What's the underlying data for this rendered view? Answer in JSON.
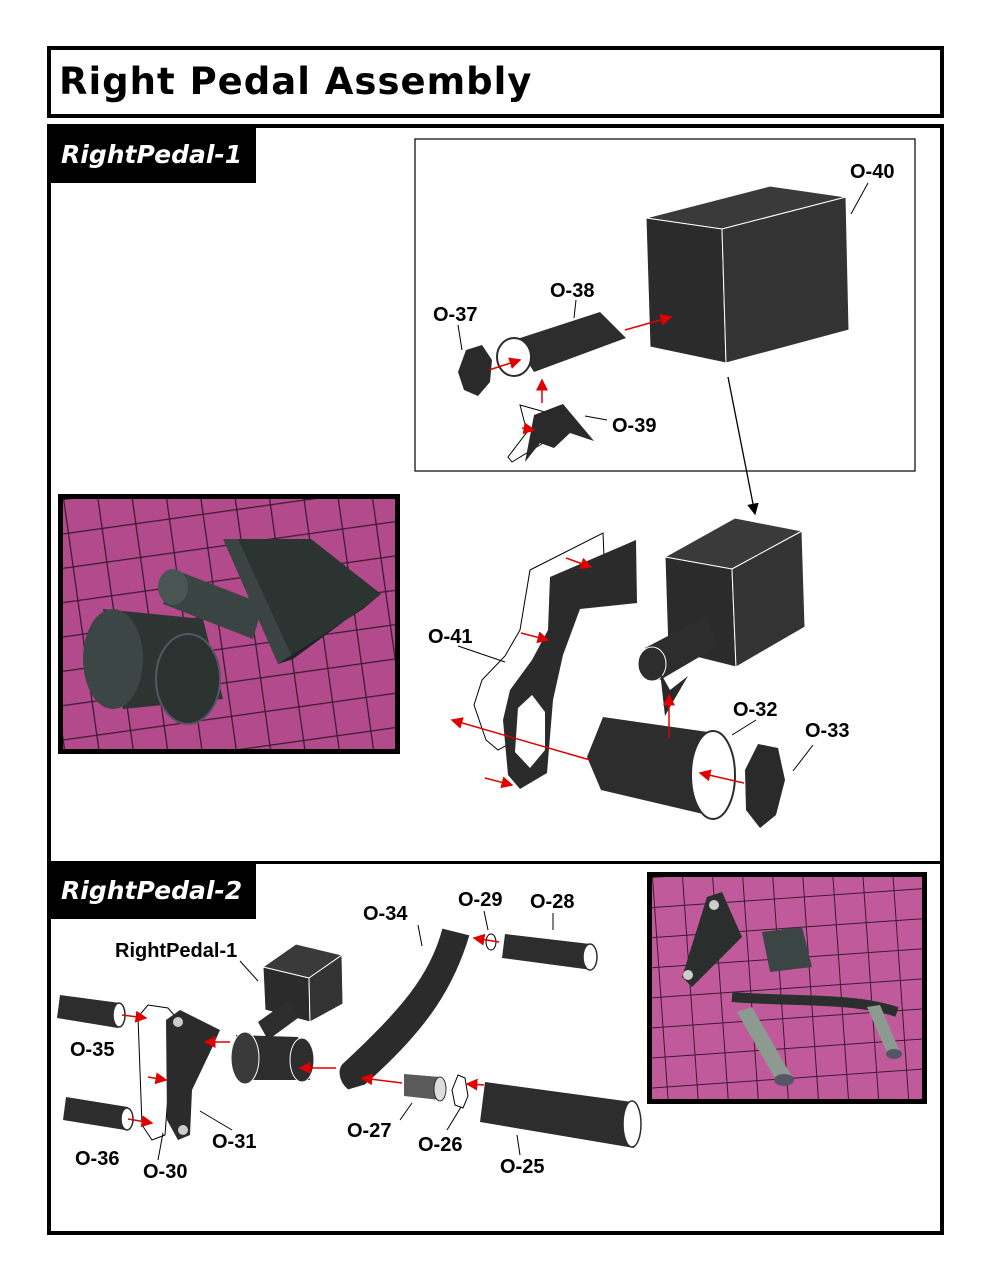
{
  "title": "Right Pedal Assembly",
  "steps": [
    {
      "label": "RightPedal-1"
    },
    {
      "label": "RightPedal-2"
    }
  ],
  "step1_parts": [
    "O-40",
    "O-38",
    "O-37",
    "O-39",
    "O-41",
    "O-32",
    "O-33"
  ],
  "step2_parts": [
    "O-34",
    "O-29",
    "O-28",
    "RightPedal-1",
    "O-35",
    "O-36",
    "O-30",
    "O-31",
    "O-27",
    "O-26",
    "O-25"
  ],
  "colors": {
    "part": "#2e2e2e",
    "arrow": "#e00000",
    "grid_bg": "#b04a8a"
  }
}
